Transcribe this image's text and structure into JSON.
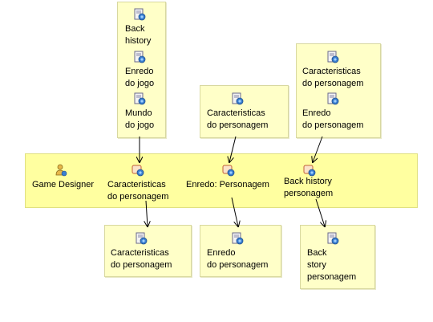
{
  "colors": {
    "note_fill": "#ffffc8",
    "band_fill": "#ffffa0",
    "arrow": "#000000"
  },
  "inputs_left": {
    "items": [
      {
        "label": "Back\nhistory",
        "icon": "work-product-icon"
      },
      {
        "label": "Enredo\ndo jogo",
        "icon": "work-product-icon"
      },
      {
        "label": "Mundo\ndo jogo",
        "icon": "work-product-icon"
      }
    ]
  },
  "inputs_middle": {
    "items": [
      {
        "label": "Caracteristicas\ndo personagem",
        "icon": "work-product-icon"
      }
    ]
  },
  "inputs_right": {
    "items": [
      {
        "label": "Caracteristicas\ndo personagem",
        "icon": "work-product-icon"
      },
      {
        "label": "Enredo\ndo personagem",
        "icon": "work-product-icon"
      }
    ]
  },
  "band": {
    "role": {
      "label": "Game Designer",
      "icon": "role-icon"
    },
    "tasks": [
      {
        "label": "Caracteristicas\ndo personagem",
        "icon": "task-icon"
      },
      {
        "label": "Enredo: Personagem",
        "icon": "task-icon"
      },
      {
        "label": "Back history\npersonagem",
        "icon": "task-icon"
      }
    ]
  },
  "outputs": {
    "items": [
      {
        "label": "Caracteristicas\ndo personagem",
        "icon": "work-product-icon"
      },
      {
        "label": "Enredo\ndo personagem",
        "icon": "work-product-icon"
      },
      {
        "label": "Back\nstory\npersonagem",
        "icon": "work-product-icon"
      }
    ]
  }
}
